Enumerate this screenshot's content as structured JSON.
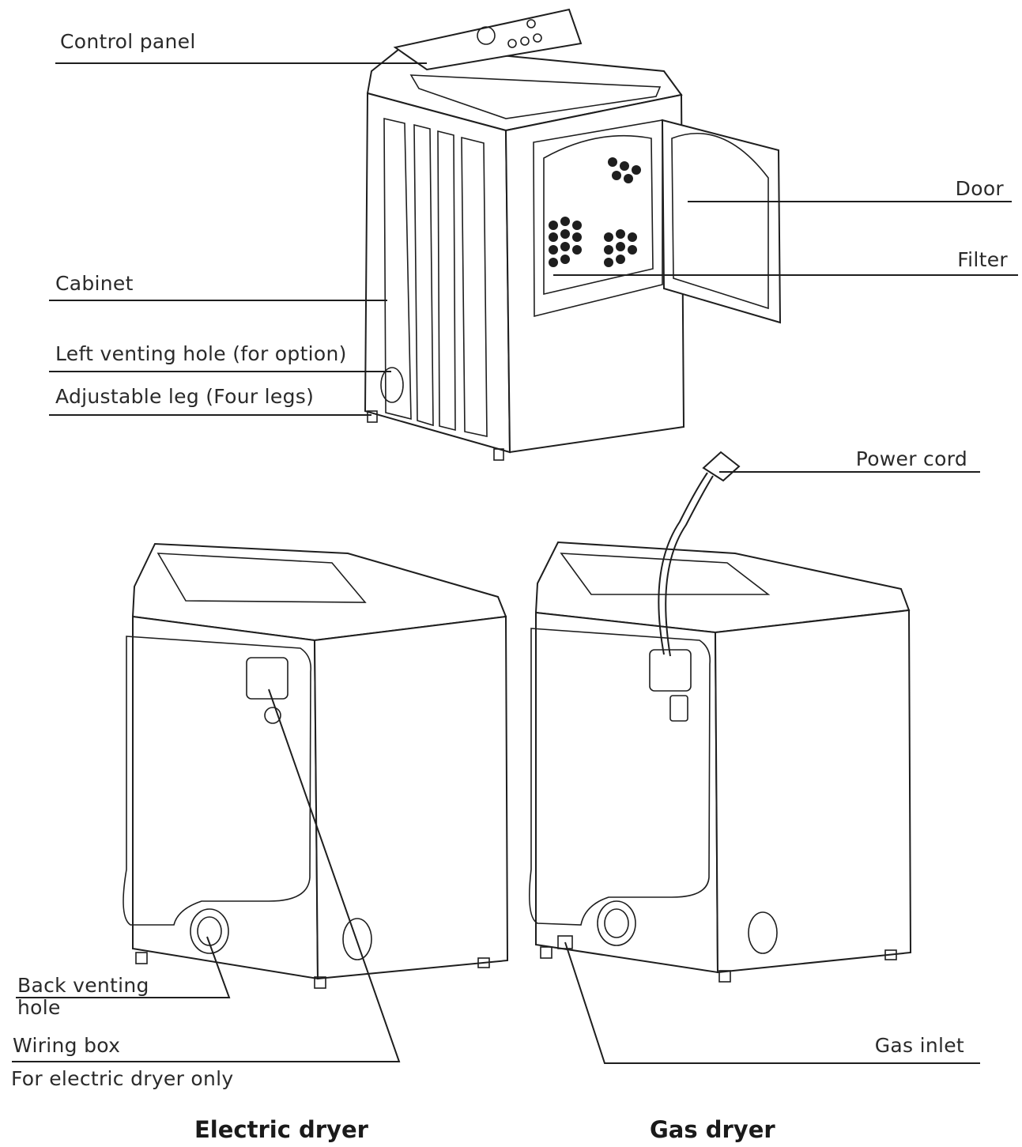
{
  "labels": {
    "control_panel": "Control panel",
    "cabinet": "Cabinet",
    "left_venting_hole": "Left venting hole (for option)",
    "adjustable_leg": "Adjustable leg (Four legs)",
    "door": "Door",
    "filter": "Filter",
    "power_cord": "Power cord",
    "back_venting_hole_1": "Back venting",
    "back_venting_hole_2": "hole",
    "wiring_box": "Wiring box",
    "electric_only": "For electric dryer only",
    "gas_inlet": "Gas inlet"
  },
  "captions": {
    "electric": "Electric dryer",
    "gas": "Gas dryer"
  }
}
